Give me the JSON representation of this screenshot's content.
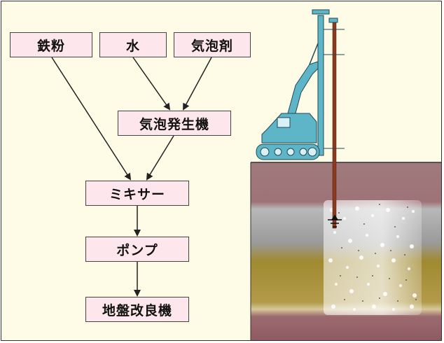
{
  "flow": {
    "iron_powder": "鉄粉",
    "water": "水",
    "foam_agent": "気泡剤",
    "foam_generator": "気泡発生機",
    "mixer": "ミキサー",
    "pump": "ポンプ",
    "ground_improvement_machine": "地盤改良機"
  },
  "colors": {
    "background": "#fefbe6",
    "box_fill": "#fde6ec",
    "machine": "#5fb5c8",
    "rod": "#8b3a1e",
    "soil_top": "#9e7377",
    "soil_gray": "#a9a9a9",
    "soil_sand": "#a08a30",
    "soil_bottom": "#8e5a62"
  },
  "icons": {
    "water_table": "water-table-icon",
    "machine": "pile-driver-icon"
  }
}
